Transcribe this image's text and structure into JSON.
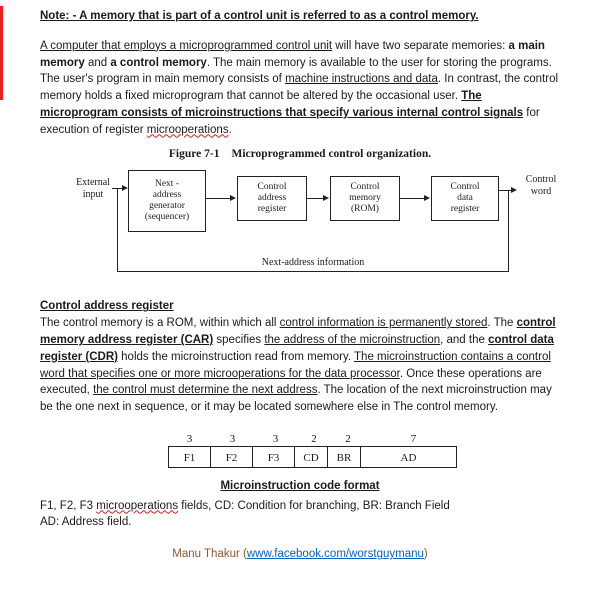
{
  "note": {
    "segments": [
      {
        "t": "Note: - A memory that is part of a control unit is referred to as a control memory.",
        "b": true,
        "u": true
      }
    ]
  },
  "intro": {
    "segments": [
      {
        "t": "A computer that employs a microprogrammed control unit",
        "u": true
      },
      {
        "t": " will have two separate memories: "
      },
      {
        "t": "a main memory",
        "b": true
      },
      {
        "t": " and "
      },
      {
        "t": "a control memory",
        "b": true
      },
      {
        "t": ". The main memory is available to the user for storing the programs. The user's program in main memory consists of "
      },
      {
        "t": "machine instructions and data",
        "u": true
      },
      {
        "t": ". In contrast, the control memory holds a fixed microprogram that cannot be altered by the occasional user. "
      },
      {
        "t": "The microprogram consists of microinstructions that specify various internal control signals",
        "b": true,
        "u": true
      },
      {
        "t": " for execution of register "
      },
      {
        "t": "microoperations",
        "r": true
      },
      {
        "t": "."
      }
    ]
  },
  "figure": {
    "label": "Figure 7-1",
    "caption": "Microprogrammed control organization.",
    "external_input_label": "External\ninput",
    "control_word_label": "Control\nword",
    "boxes": {
      "sequencer": "Next -\naddress\ngenerator\n(sequencer)",
      "car": "Control\naddress\nregister",
      "rom": "Control\nmemory\n(ROM)",
      "cdr": "Control\ndata\nregister"
    },
    "feedback_label": "Next-address information"
  },
  "section": {
    "heading": "Control address register",
    "segments": [
      {
        "t": "The control memory is a ROM, within which all "
      },
      {
        "t": "control information is permanently stored",
        "u": true
      },
      {
        "t": ". The "
      },
      {
        "t": "control memory address register (CAR)",
        "b": true,
        "u": true
      },
      {
        "t": " specifies "
      },
      {
        "t": "the address of the microinstruction",
        "u": true
      },
      {
        "t": ", and the "
      },
      {
        "t": "control data register (CDR)",
        "b": true,
        "u": true
      },
      {
        "t": " holds the microinstruction read from memory. "
      },
      {
        "t": "The microinstruction contains a control word that specifies one or more microoperations for the data processor",
        "u": true
      },
      {
        "t": ". Once these operations are executed, "
      },
      {
        "t": "the control must determine the next address",
        "u": true
      },
      {
        "t": ". The location of the next microinstruction may be the one next in sequence, or it may be located somewhere else in The control memory."
      }
    ]
  },
  "format": {
    "bit_widths": [
      "3",
      "3",
      "3",
      "2",
      "2",
      "7"
    ],
    "fields": [
      "F1",
      "F2",
      "F3",
      "CD",
      "BR",
      "AD"
    ],
    "caption": "Microinstruction code format",
    "legend_segments": [
      {
        "t": "F1, F2, F3 "
      },
      {
        "t": "microoperations",
        "r": true
      },
      {
        "t": " fields, CD: Condition for branching, BR: Branch Field\nAD: Address field."
      }
    ]
  },
  "footer": {
    "author": "Manu Thakur (",
    "link": "www.facebook.com/worstguymanu",
    "close": ")"
  }
}
